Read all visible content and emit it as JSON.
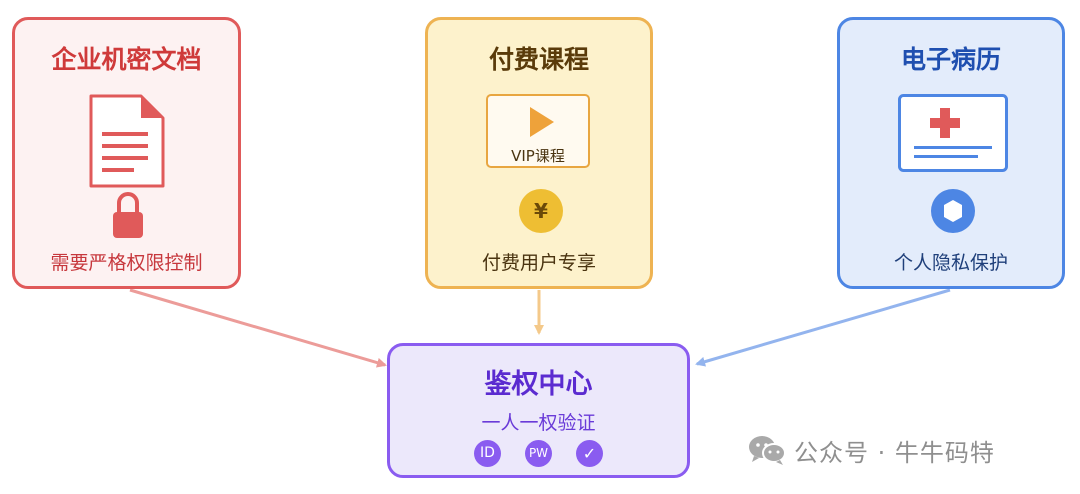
{
  "cards": {
    "docs": {
      "title": "企业机密文档",
      "subtitle": "需要严格权限控制"
    },
    "course": {
      "title": "付费课程",
      "vip_label": "VIP课程",
      "coin_symbol": "¥",
      "subtitle": "付费用户专享"
    },
    "ehr": {
      "title": "电子病历",
      "subtitle": "个人隐私保护"
    },
    "auth": {
      "title": "鉴权中心",
      "subtitle": "一人一权验证",
      "badges": {
        "id": "ID",
        "pw": "PW",
        "check": "✓"
      }
    }
  },
  "watermark": {
    "text": "公众号 · 牛牛码特"
  },
  "colors": {
    "red": "#e05a5a",
    "orange": "#eeb352",
    "blue": "#4d86e4",
    "purple": "#8a5cf0"
  }
}
